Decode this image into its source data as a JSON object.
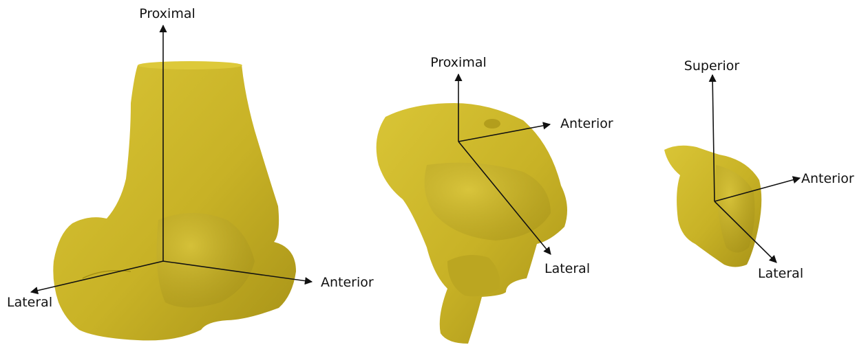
{
  "colors": {
    "bone": "#c8b226",
    "bone_light": "#ddc93a",
    "bone_dark": "#a48f14",
    "axis": "#111111"
  },
  "femur": {
    "labels": {
      "proximal": "Proximal",
      "anterior": "Anterior",
      "lateral": "Lateral"
    }
  },
  "tibia": {
    "labels": {
      "proximal": "Proximal",
      "anterior": "Anterior",
      "lateral": "Lateral"
    }
  },
  "patella": {
    "labels": {
      "superior": "Superior",
      "anterior": "Anterior",
      "lateral": "Lateral"
    }
  }
}
